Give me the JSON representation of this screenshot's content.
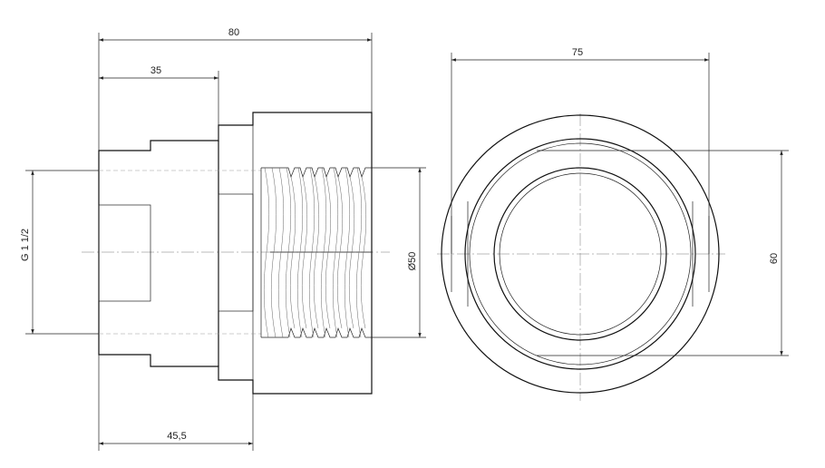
{
  "drawing": {
    "side_view": {
      "overall_length": "80",
      "left_section_length": "35",
      "hex_section_length": "45,5",
      "male_thread": "G 1 1/2",
      "female_thread_diameter": "Ø50"
    },
    "end_view": {
      "outer_diameter": "75",
      "hex_across_flats": "60"
    }
  }
}
